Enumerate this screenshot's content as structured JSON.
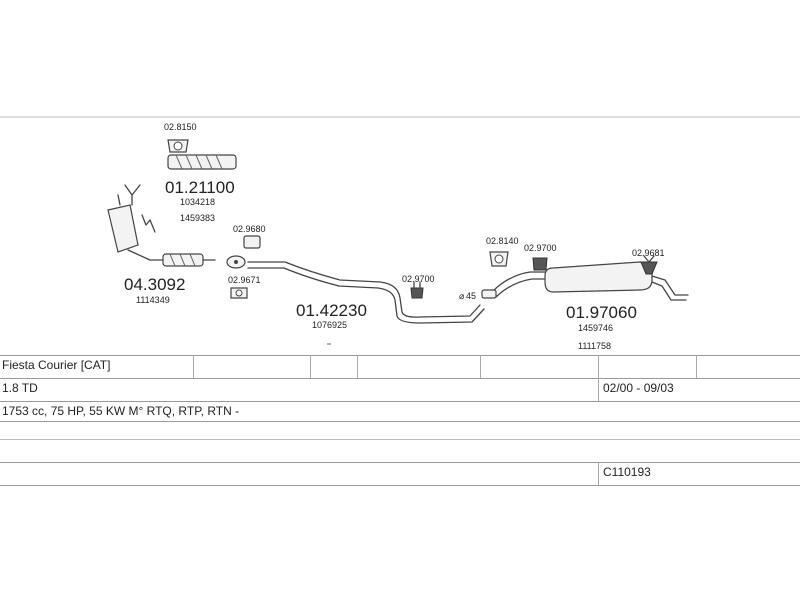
{
  "parts": {
    "p0282150": "02.8150",
    "p0121100": "01.21100",
    "p0121100_ref1": "1034218",
    "p0121100_ref2": "1459383",
    "p043092": "04.3092",
    "p043092_ref": "1114349",
    "p029680": "02.9680",
    "p029671": "02.9671",
    "p0142230": "01.42230",
    "p0142230_ref": "1076925",
    "p029700a": "02.9700",
    "p45": "45",
    "p028140": "02.8140",
    "p029700b": "02.9700",
    "p029681": "02.9681",
    "p0197060": "01.97060",
    "p0197060_ref1": "1459746",
    "p0197060_ref2": "1111758"
  },
  "info": {
    "model": "Fiesta Courier  [CAT]",
    "engine": "1.8 TD",
    "years": "02/00 - 09/03",
    "specs": "1753 cc, 75 HP, 55 KW M° RTQ, RTP, RTN -",
    "code": "C110193"
  }
}
